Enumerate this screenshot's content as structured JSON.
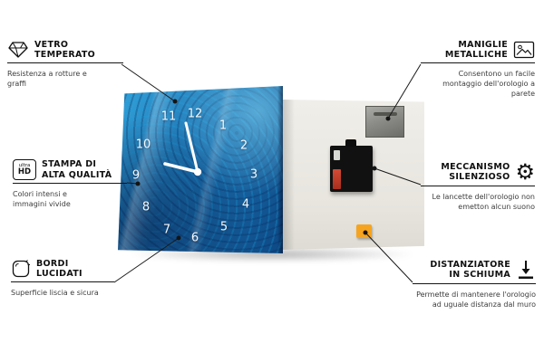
{
  "product": {
    "name": "glass-wall-clock-infographic",
    "colors": {
      "clock_blue": "#1b6fae",
      "back_panel": "#e9e7e0",
      "foam_orange": "#f6a41f",
      "connector_line": "#1a1a1a",
      "hands_white": "#ffffff"
    }
  },
  "icons": {
    "diamond": "gem-outline",
    "ultra_hd": {
      "line1": "ultra",
      "line2": "HD"
    },
    "polished_edge": "rounded-square-outline",
    "picture": "image-outline",
    "gear_glyph": "⚙",
    "spacer": "arrow-down-to-bar"
  },
  "callouts": {
    "left": [
      {
        "title_lines": [
          "VETRO",
          "TEMPERATO"
        ],
        "subtitle": "Resistenza a rotture e graffi"
      },
      {
        "title_lines": [
          "STAMPA DI",
          "ALTA QUALITÀ"
        ],
        "subtitle": "Colori intensi e immagini vivide"
      },
      {
        "title_lines": [
          "BORDI",
          "LUCIDATI"
        ],
        "subtitle": "Superficie liscia e sicura"
      }
    ],
    "right": [
      {
        "title_lines": [
          "MANIGLIE",
          "METALLICHE"
        ],
        "subtitle": "Consentono un facile montaggio dell'orologio a parete"
      },
      {
        "title_lines": [
          "MECCANISMO",
          "SILENZIOSO"
        ],
        "subtitle": "Le lancette dell'orologio non emetton alcun suono"
      },
      {
        "title_lines": [
          "DISTANZIATORE",
          "IN SCHIUMA"
        ],
        "subtitle": "Permette di mantenere l'orologio ad uguale distanza dal muro"
      }
    ]
  },
  "clock": {
    "numbers": [
      "1",
      "2",
      "3",
      "4",
      "5",
      "6",
      "7",
      "8",
      "9",
      "10",
      "11",
      "12"
    ]
  }
}
